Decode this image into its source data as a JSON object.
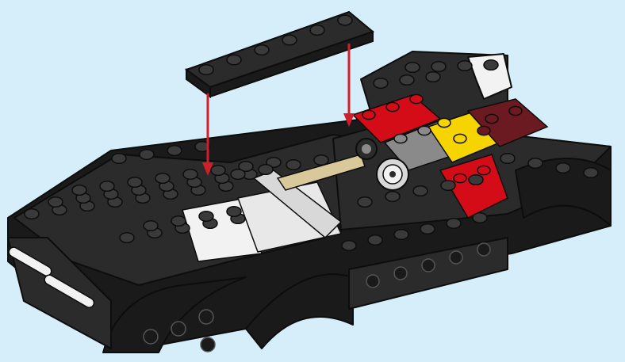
{
  "scene": {
    "background": "#d6eef9",
    "colors": {
      "black_top": "#2b2b2b",
      "black_side": "#1a1a1a",
      "stud": "#3a3a3a",
      "outline": "#0d0d0d",
      "white": "#f2f2f2",
      "white_shade": "#d8d8d8",
      "red": "#d40c18",
      "dark_red": "#6b1a22",
      "yellow": "#f5d400",
      "gray": "#8a8a8a",
      "tan": "#d9c99a",
      "arrow": "#d11f2a"
    },
    "parts": {
      "loose_plate": "black-1x6-plate",
      "arrows": 2,
      "chassis": "car-chassis",
      "seat": "white-seat-area",
      "engine_bricks": [
        "red",
        "yellow",
        "gray",
        "dark-red"
      ],
      "wheel_hub": "wheel-hub"
    }
  }
}
